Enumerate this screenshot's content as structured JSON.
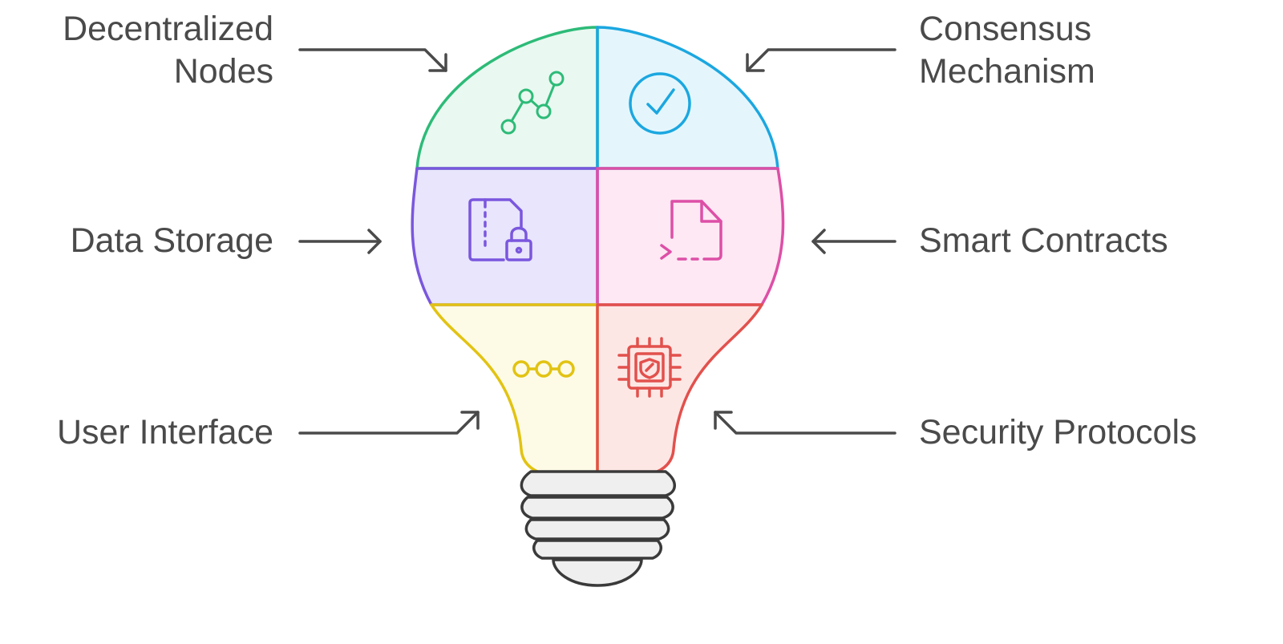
{
  "labels": {
    "decentralized_nodes": {
      "line1": "Decentralized",
      "line2": "Nodes"
    },
    "consensus_mechanism": {
      "line1": "Consensus",
      "line2": "Mechanism"
    },
    "data_storage": {
      "text": "Data Storage"
    },
    "smart_contracts": {
      "text": "Smart Contracts"
    },
    "user_interface": {
      "text": "User Interface"
    },
    "security_protocols": {
      "text": "Security Protocols"
    }
  },
  "segments": [
    {
      "id": "decentralized-nodes",
      "fill": "#e9f8f0",
      "stroke": "#2dbb78",
      "icon": "graph-nodes-icon"
    },
    {
      "id": "consensus-mechanism",
      "fill": "#e4f6fc",
      "stroke": "#1ba7e0",
      "icon": "check-circle-icon"
    },
    {
      "id": "data-storage",
      "fill": "#e8e5fc",
      "stroke": "#7a57de",
      "icon": "locked-zip-file-icon"
    },
    {
      "id": "smart-contracts",
      "fill": "#fde8f4",
      "stroke": "#dd4fa6",
      "icon": "script-file-icon"
    },
    {
      "id": "user-interface",
      "fill": "#fdfbe6",
      "stroke": "#e2c312",
      "icon": "connected-dots-icon"
    },
    {
      "id": "security-protocols",
      "fill": "#fde7e5",
      "stroke": "#e2514d",
      "icon": "chip-shield-icon"
    }
  ],
  "colors": {
    "text": "#4a4a4a",
    "arrow": "#4a4a4a",
    "bulb_base_fill": "#efefef",
    "bulb_base_stroke": "#3a3a3a"
  }
}
